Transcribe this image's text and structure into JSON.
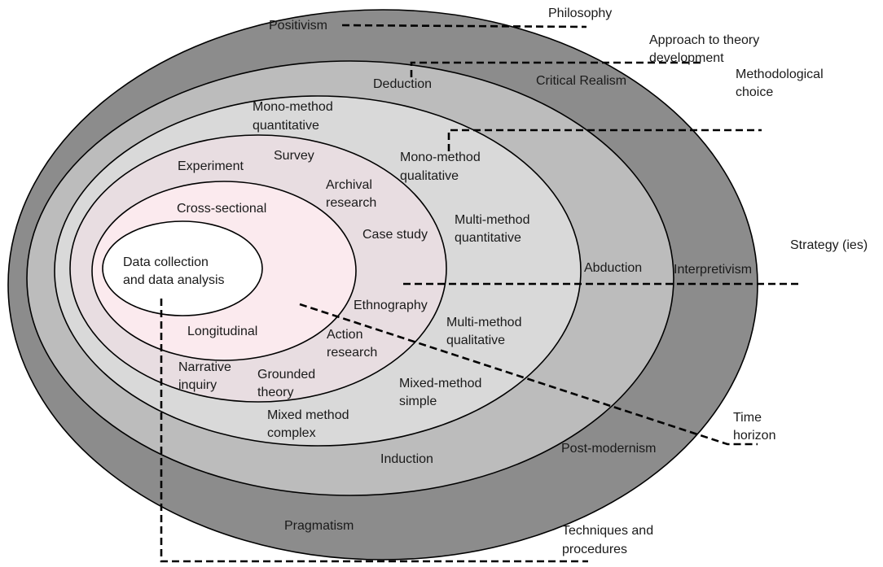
{
  "colors": {
    "ring_philosophy": "#8c8c8c",
    "ring_approach": "#bcbcbc",
    "ring_choice": "#d9d9d9",
    "ring_strategy": "#e8dde1",
    "ring_time": "#fbeaee",
    "core": "#ffffff"
  },
  "rings": {
    "philosophy": {
      "callout": "Philosophy",
      "items": [
        "Positivism",
        "Critical Realism",
        "Interpretivism",
        "Post-modernism",
        "Pragmatism"
      ]
    },
    "approach": {
      "callout_line1": "Approach to theory",
      "callout_line2": "development",
      "items": [
        "Deduction",
        "Abduction",
        "Induction"
      ]
    },
    "methodological_choice": {
      "callout_line1": "Methodological",
      "callout_line2": "choice",
      "items": [
        [
          "Mono-method",
          "quantitative"
        ],
        [
          "Mono-method",
          "qualitative"
        ],
        [
          "Multi-method",
          "quantitative"
        ],
        [
          "Multi-method",
          "qualitative"
        ],
        [
          "Mixed-method",
          "simple"
        ],
        [
          "Mixed method",
          "complex"
        ]
      ]
    },
    "strategy": {
      "callout": "Strategy (ies)",
      "items": [
        [
          "Experiment"
        ],
        [
          "Survey"
        ],
        [
          "Archival",
          "research"
        ],
        [
          "Case study"
        ],
        [
          "Ethnography"
        ],
        [
          "Action",
          "research"
        ],
        [
          "Grounded",
          "theory"
        ],
        [
          "Narrative",
          "inquiry"
        ]
      ]
    },
    "time_horizon": {
      "callout_line1": "Time",
      "callout_line2": "horizon",
      "items": [
        "Cross-sectional",
        "Longitudinal"
      ]
    },
    "techniques": {
      "callout_line1": "Techniques  and",
      "callout_line2": "procedures",
      "core_line1": "Data collection",
      "core_line2": "and data analysis"
    }
  }
}
